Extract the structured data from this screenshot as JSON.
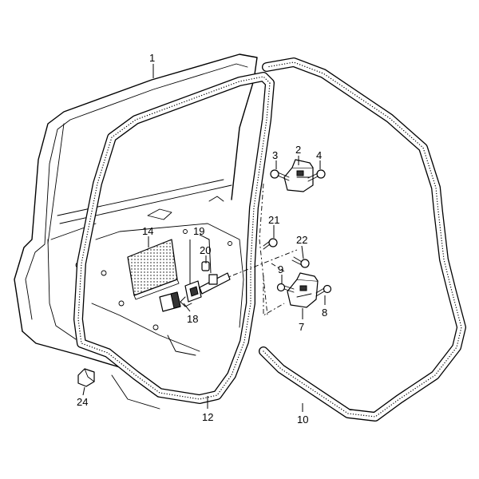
{
  "callouts": [
    {
      "id": "1",
      "label": "1"
    },
    {
      "id": "2",
      "label": "2"
    },
    {
      "id": "3",
      "label": "3"
    },
    {
      "id": "4",
      "label": "4"
    },
    {
      "id": "7",
      "label": "7"
    },
    {
      "id": "8",
      "label": "8"
    },
    {
      "id": "9",
      "label": "9"
    },
    {
      "id": "10",
      "label": "10"
    },
    {
      "id": "12",
      "label": "12"
    },
    {
      "id": "14",
      "label": "14"
    },
    {
      "id": "18",
      "label": "18"
    },
    {
      "id": "19",
      "label": "19"
    },
    {
      "id": "20",
      "label": "20"
    },
    {
      "id": "21",
      "label": "21"
    },
    {
      "id": "22",
      "label": "22"
    },
    {
      "id": "24",
      "label": "24"
    }
  ],
  "colors": {
    "line": "#000000",
    "background": "#ffffff"
  }
}
